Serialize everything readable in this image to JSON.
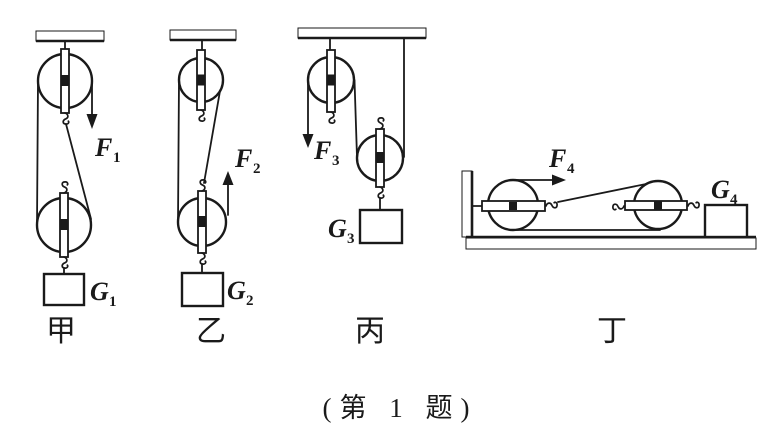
{
  "figure": {
    "caption": "(第 1 题)",
    "colors": {
      "ink": "#1a1a1a",
      "background": "#ffffff"
    },
    "systems": [
      {
        "label": "甲",
        "force_symbol": "F",
        "force_sub": "1",
        "weight_symbol": "G",
        "weight_sub": "1"
      },
      {
        "label": "乙",
        "force_symbol": "F",
        "force_sub": "2",
        "weight_symbol": "G",
        "weight_sub": "2"
      },
      {
        "label": "丙",
        "force_symbol": "F",
        "force_sub": "3",
        "weight_symbol": "G",
        "weight_sub": "3"
      },
      {
        "label": "丁",
        "force_symbol": "F",
        "force_sub": "4",
        "weight_symbol": "G",
        "weight_sub": "4"
      }
    ]
  }
}
